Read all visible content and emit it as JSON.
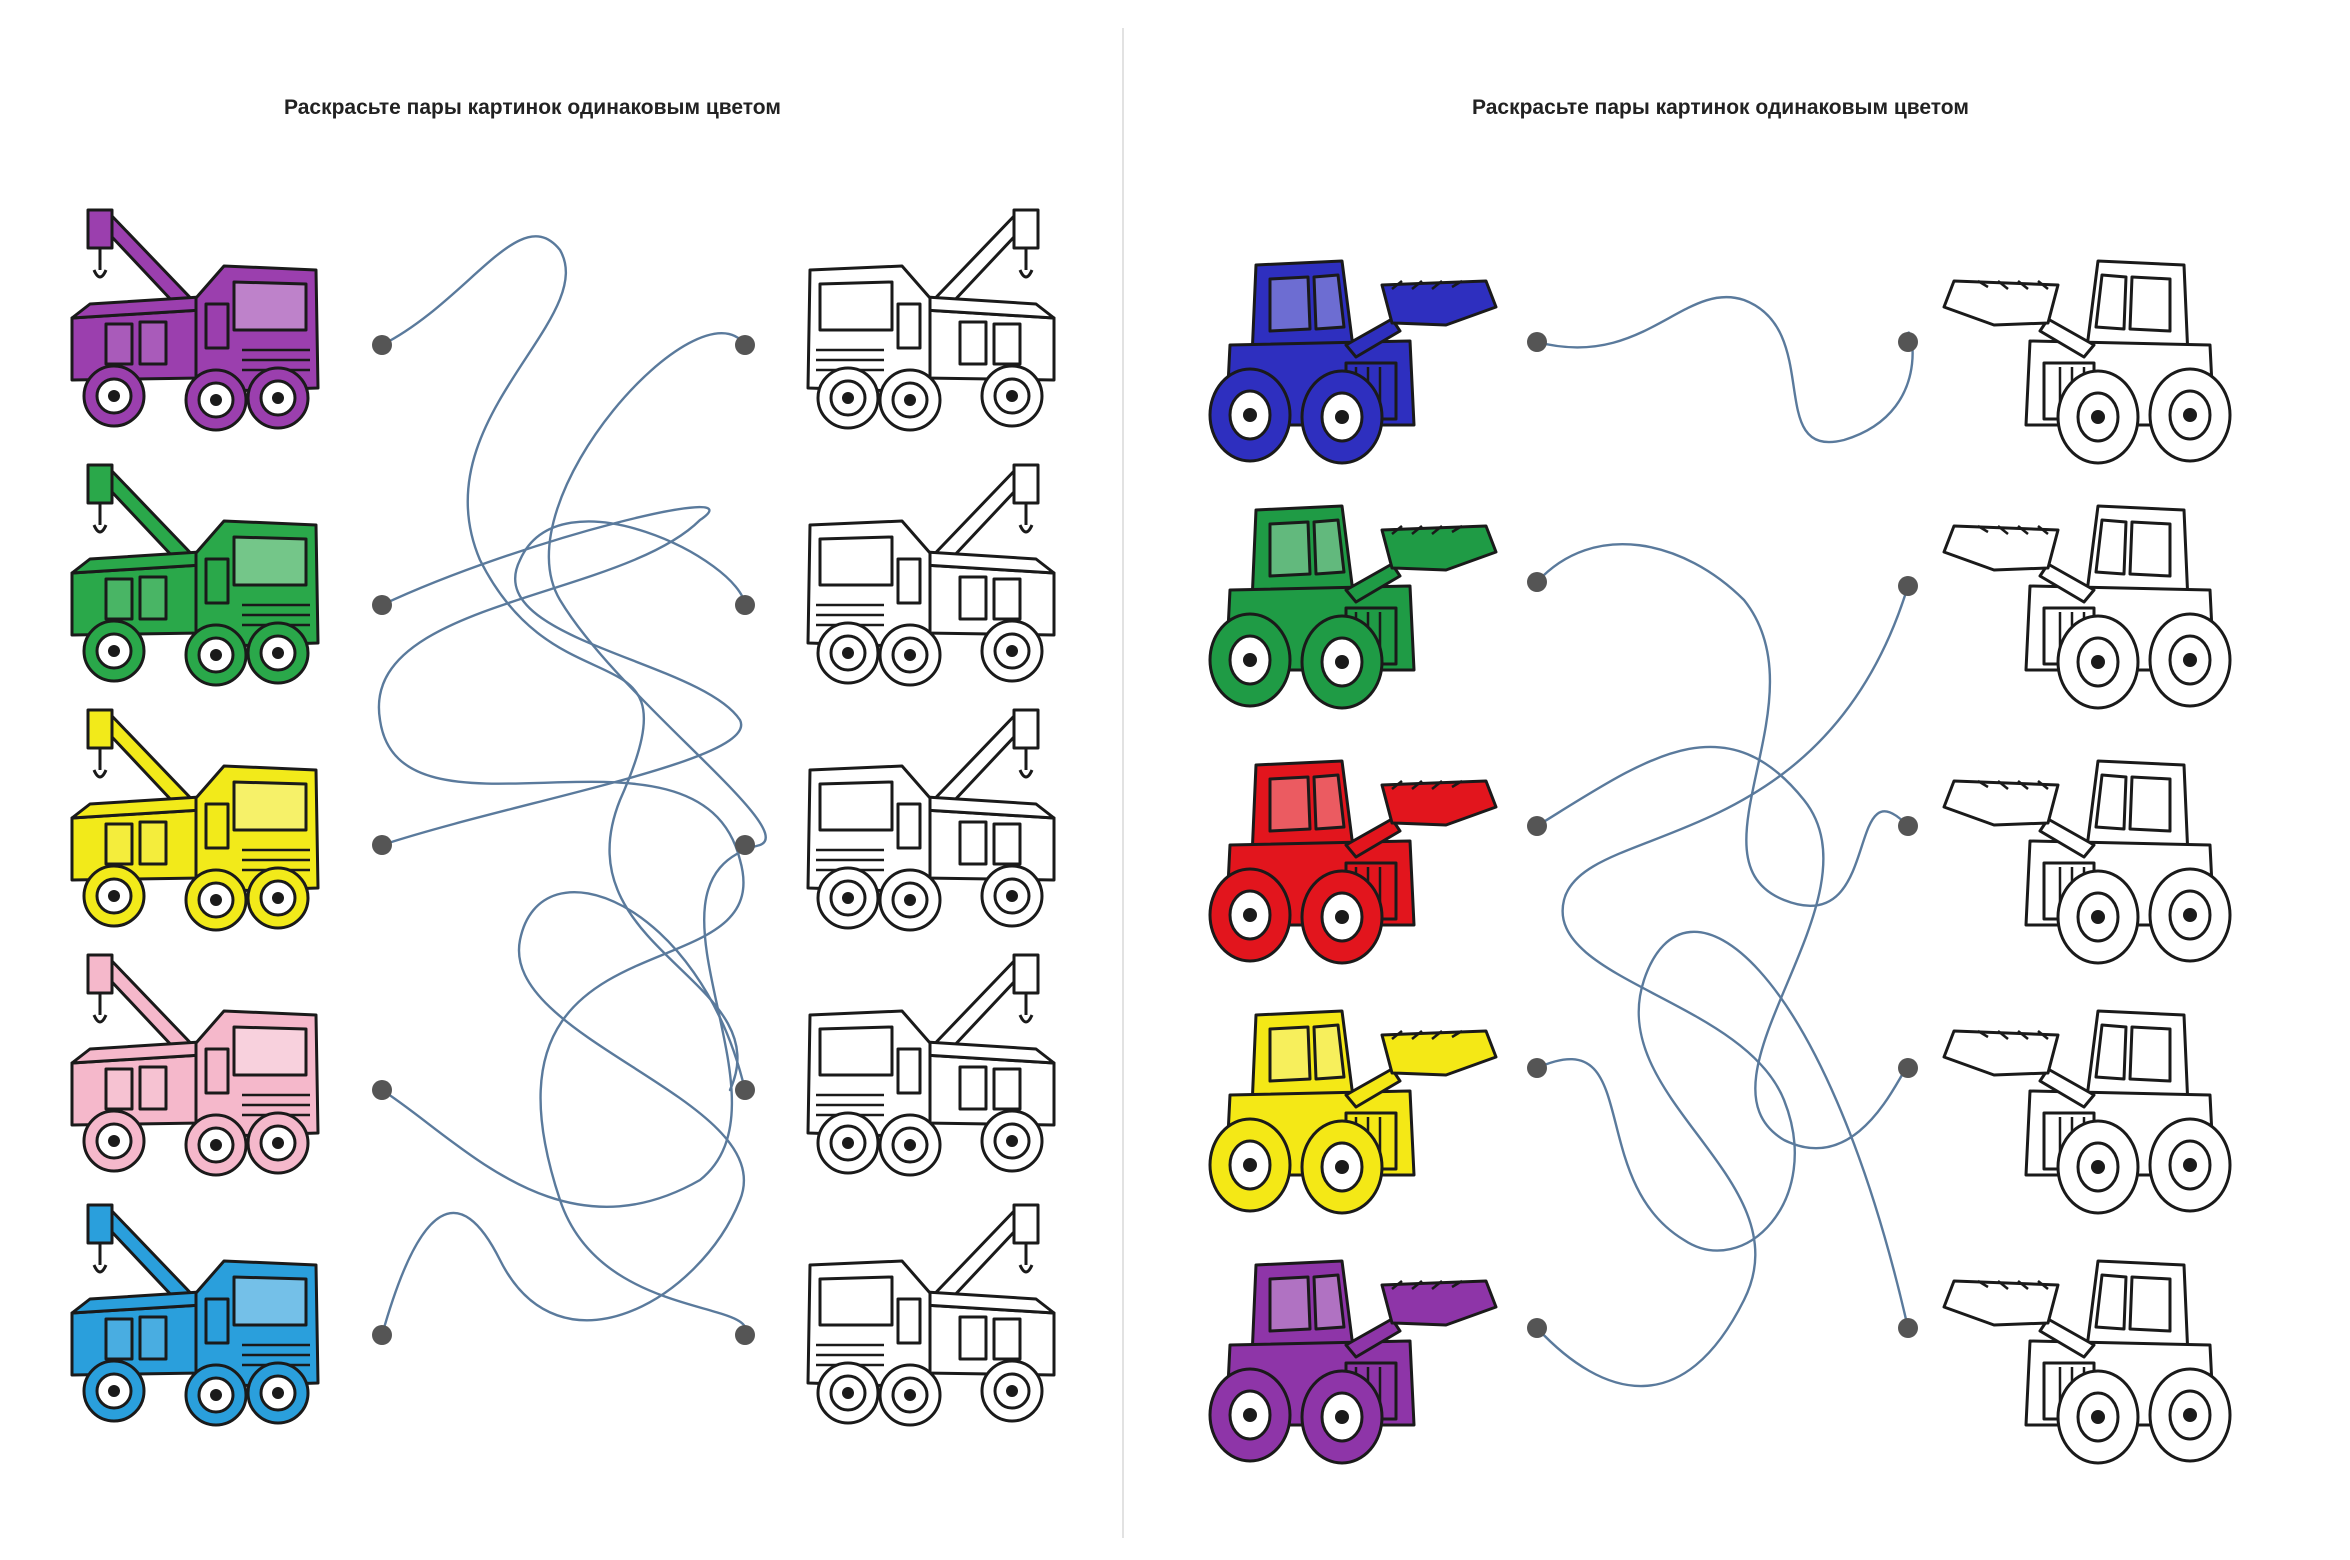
{
  "pages": [
    {
      "title": "Раскрасьте пары картинок одинаковым цветом",
      "vehicle": "tow-truck",
      "colors": [
        "#9b3fae",
        "#2aa84a",
        "#f2ea1a",
        "#f5b8cb",
        "#2a9fdc"
      ],
      "rows": 5,
      "line_color": "#5a7a9c"
    },
    {
      "title": "Раскрасьте пары картинок одинаковым цветом",
      "vehicle": "wheel-loader",
      "colors": [
        "#2e2fbf",
        "#1f9b45",
        "#e2151d",
        "#f4e816",
        "#8e35a8"
      ],
      "rows": 5,
      "line_color": "#5a7a9c"
    }
  ]
}
